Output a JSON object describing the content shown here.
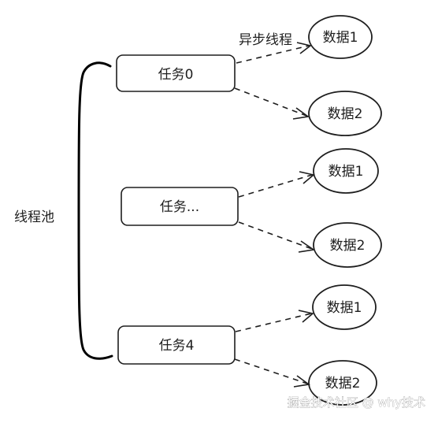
{
  "pool": {
    "label": "线程池"
  },
  "tasks": [
    {
      "label": "任务0"
    },
    {
      "label": "任务..."
    },
    {
      "label": "任务4"
    }
  ],
  "data_nodes": [
    {
      "label": "数据1"
    },
    {
      "label": "数据2"
    },
    {
      "label": "数据1"
    },
    {
      "label": "数据2"
    },
    {
      "label": "数据1"
    },
    {
      "label": "数据2"
    }
  ],
  "edge_label": "异步线程",
  "watermark": "掘金技术社区 @ why技术"
}
